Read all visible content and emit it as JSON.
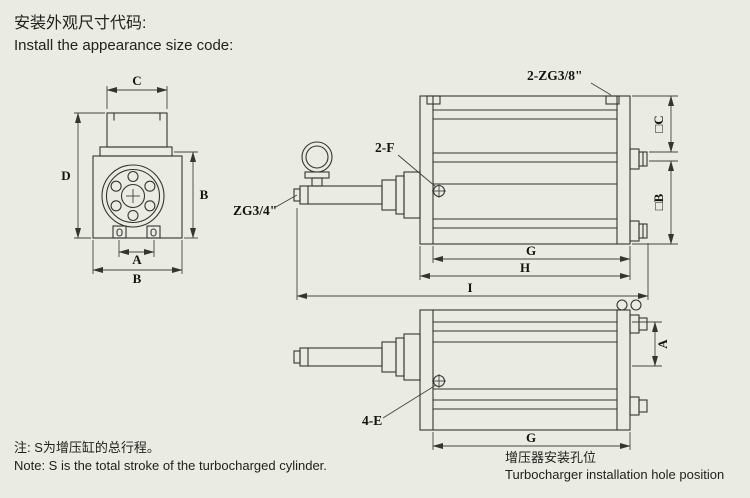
{
  "header": {
    "title_zh": "安装外观尺寸代码:",
    "title_en": "Install the appearance size code:"
  },
  "callouts": {
    "top_ports": "2-ZG3/8\"",
    "rod_port": "ZG3/4\"",
    "front_hole": "2-F",
    "bottom_hole": "4-E"
  },
  "dimensions": {
    "A": "A",
    "B": "B",
    "C": "C",
    "D": "D",
    "G": "G",
    "H": "H",
    "I": "I",
    "sq_C": "□C",
    "sq_B": "□B"
  },
  "footer": {
    "note_zh": "注: S为增压缸的总行程。",
    "note_en": "Note: S is the total stroke of the turbocharged cylinder.",
    "caption_zh": "增压器安装孔位",
    "caption_en": "Turbocharger installation hole position"
  },
  "colors": {
    "background": "#eaece4",
    "line": "#35352f"
  }
}
